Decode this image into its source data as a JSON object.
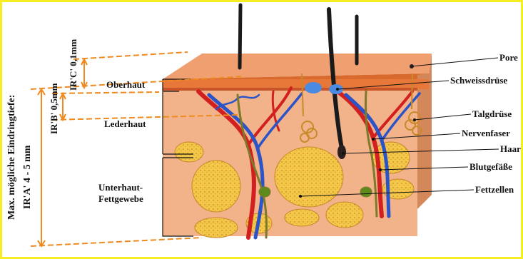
{
  "labels": {
    "pore": "Pore",
    "sweat_gland": "Schweissdrüse",
    "sebaceous_gland": "Talgdrüse",
    "nerve_fiber": "Nervenfaser",
    "hair": "Haar",
    "blood_vessels": "Blutgefäße",
    "fat_cells": "Fettzellen",
    "epidermis": "Oberhaut",
    "dermis": "Lederhaut",
    "subcutis_line1": "Unterhaut-",
    "subcutis_line2": "Fettgewebe"
  },
  "penetration": {
    "title": "Max. mögliche Eindringtiefe:",
    "ira": "IR'A' 4 - 5 mm",
    "irb": "IR'B' 0,5mm",
    "irc": "IR'C' 0,1mm"
  },
  "colors": {
    "frame": "#f6ee22",
    "dimension_line": "#f08a1e",
    "epidermis": "#e8773a",
    "dermis": "#f2b28a",
    "fat": "#f3c84a",
    "artery": "#d21f1f",
    "vein": "#2a54c8",
    "nerve": "#7d7a2a"
  }
}
